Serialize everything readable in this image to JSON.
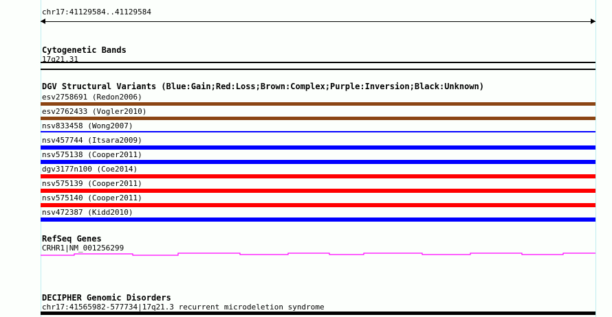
{
  "locus": {
    "coordinates": "chr17:41129584..41129584"
  },
  "tracks": [
    {
      "id": "cytogenetic-bands",
      "title": "Cytogenetic Bands",
      "features": [
        {
          "label": "17q21.31",
          "color": "#000000",
          "type": "band"
        }
      ]
    },
    {
      "id": "dgv-structural-variants",
      "title": "DGV Structural Variants (Blue:Gain;Red:Loss;Brown:Complex;Purple:Inversion;Black:Unknown)",
      "legend": {
        "blue": "Gain",
        "red": "Loss",
        "brown": "Complex",
        "purple": "Inversion",
        "black": "Unknown"
      },
      "features": [
        {
          "label": "esv2758691 (Redon2006)",
          "color": "#8b4513",
          "type": "complex"
        },
        {
          "label": "esv2762433 (Vogler2010)",
          "color": "#8b4513",
          "type": "complex"
        },
        {
          "label": "nsv833458 (Wong2007)",
          "color": "#0000ff",
          "type": "gain"
        },
        {
          "label": "nsv457744 (Itsara2009)",
          "color": "#0000ff",
          "type": "gain"
        },
        {
          "label": "nsv575138 (Cooper2011)",
          "color": "#0000ff",
          "type": "gain"
        },
        {
          "label": "dgv3177n100 (Coe2014)",
          "color": "#ff0000",
          "type": "loss"
        },
        {
          "label": "nsv575139 (Cooper2011)",
          "color": "#ff0000",
          "type": "loss"
        },
        {
          "label": "nsv575140 (Cooper2011)",
          "color": "#ff0000",
          "type": "loss"
        },
        {
          "label": "nsv472387 (Kidd2010)",
          "color": "#0000ff",
          "type": "gain"
        }
      ]
    },
    {
      "id": "refseq-genes",
      "title": "RefSeq Genes",
      "features": [
        {
          "label": "CRHR1|NM_001256299",
          "color": "#ff00ff",
          "type": "gene"
        }
      ]
    },
    {
      "id": "decipher-genomic-disorders",
      "title": "DECIPHER Genomic Disorders",
      "features": [
        {
          "label": "chr17:41565982-577734|17q21.3 recurrent microdeletion syndrome",
          "color": "#000000",
          "type": "disorder"
        }
      ]
    }
  ]
}
